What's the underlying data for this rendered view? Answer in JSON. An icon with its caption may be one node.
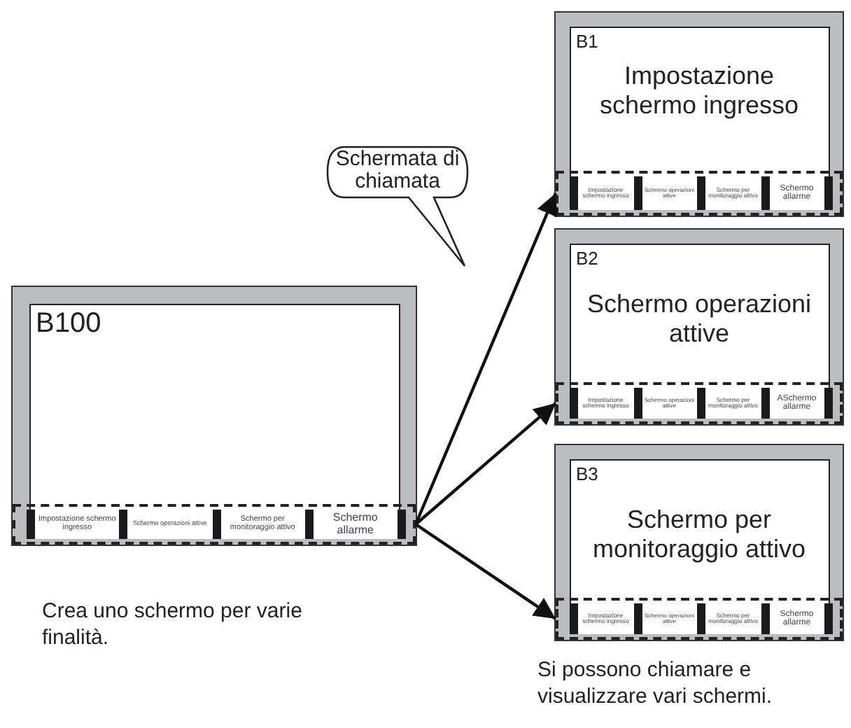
{
  "diagram": {
    "nodes": [
      {
        "text": [
          "B100"
        ],
        "beside": [
          "Crea uno schermo per varie finalità."
        ]
      },
      {
        "text": [],
        "shape": "box",
        "in": 0
      },
      {
        "text": [
          "Impostazione schermo ingresso"
        ],
        "in": 1
      },
      {
        "text": [
          "Schermo operazioni attive"
        ],
        "in": 1
      },
      {
        "text": [
          "Schermo per monitoraggio attivo"
        ],
        "in": 1
      },
      {
        "text": [
          "Schermo allarme"
        ],
        "in": 1
      },
      {
        "text": [
          "B1",
          "Impostazione schermo ingresso"
        ]
      },
      {
        "text": [],
        "shape": "box",
        "in": 6
      },
      {
        "text": [
          "Impostazione schermo ingresso"
        ],
        "in": 7
      },
      {
        "text": [
          "Schermo operazioni attive"
        ],
        "in": 7
      },
      {
        "text": [
          "Schermo per monitoraggio attivo"
        ],
        "in": 7
      },
      {
        "text": [
          "Schermo allarme"
        ],
        "in": 7
      },
      {
        "text": [
          "B2",
          "Schermo operazioni attive"
        ]
      },
      {
        "text": [],
        "shape": "box",
        "in": 12
      },
      {
        "text": [
          "Impostazione schermo ingresso"
        ],
        "in": 13
      },
      {
        "text": [
          "Schermo operazioni attive"
        ],
        "in": 13
      },
      {
        "text": [
          "Schermo per monitoraggio attivo"
        ],
        "in": 13
      },
      {
        "text": [
          "ASchermo allarme"
        ],
        "in": 13
      },
      {
        "text": [
          "B3",
          "Schermo per monitoraggio attivo"
        ],
        "beside": [
          "Si possono chiamare e visualizzare vari schermi."
        ]
      },
      {
        "text": [],
        "shape": "box",
        "in": 18
      },
      {
        "text": [
          "Impostazione schermo ingresso"
        ],
        "in": 19
      },
      {
        "text": [
          "Schermo operazioni attive"
        ],
        "in": 19
      },
      {
        "text": [
          "Schermo per monitoraggio attivo"
        ],
        "in": 19
      },
      {
        "text": [
          "Schermo allarme"
        ],
        "in": 19
      },
      {
        "text": [
          "Schermata di chiamata"
        ]
      }
    ],
    "edges": [
      {
        "from": 1,
        "to": 7,
        "arrow": "to"
      },
      {
        "from": 1,
        "to": 13,
        "arrow": "to"
      },
      {
        "from": 1,
        "to": 19,
        "arrow": "to"
      }
    ]
  }
}
